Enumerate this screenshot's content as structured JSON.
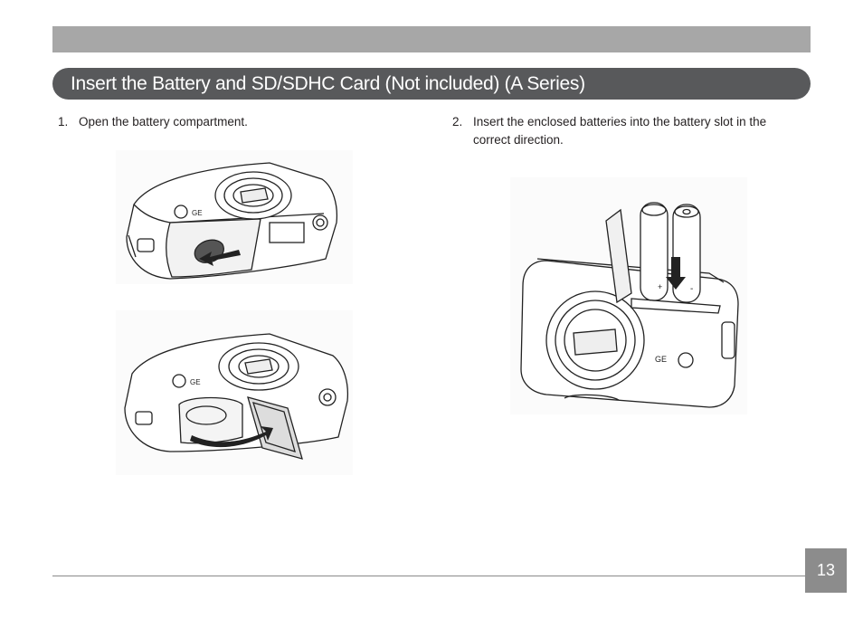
{
  "header": {
    "section_title": "Insert the Battery and SD/SDHC Card (Not included) (A Series)"
  },
  "steps": [
    {
      "number": "1.",
      "text": "Open the battery compartment."
    },
    {
      "number": "2.",
      "text": "Insert the enclosed batteries into the battery slot in the correct direction."
    }
  ],
  "illustrations": {
    "logo_text": "GE",
    "battery_plus": "+",
    "battery_minus": "-"
  },
  "footer": {
    "page_number": "13"
  },
  "colors": {
    "top_bar": "#a7a7a7",
    "section_header": "#58595b",
    "page_box": "#8c8c8c"
  }
}
